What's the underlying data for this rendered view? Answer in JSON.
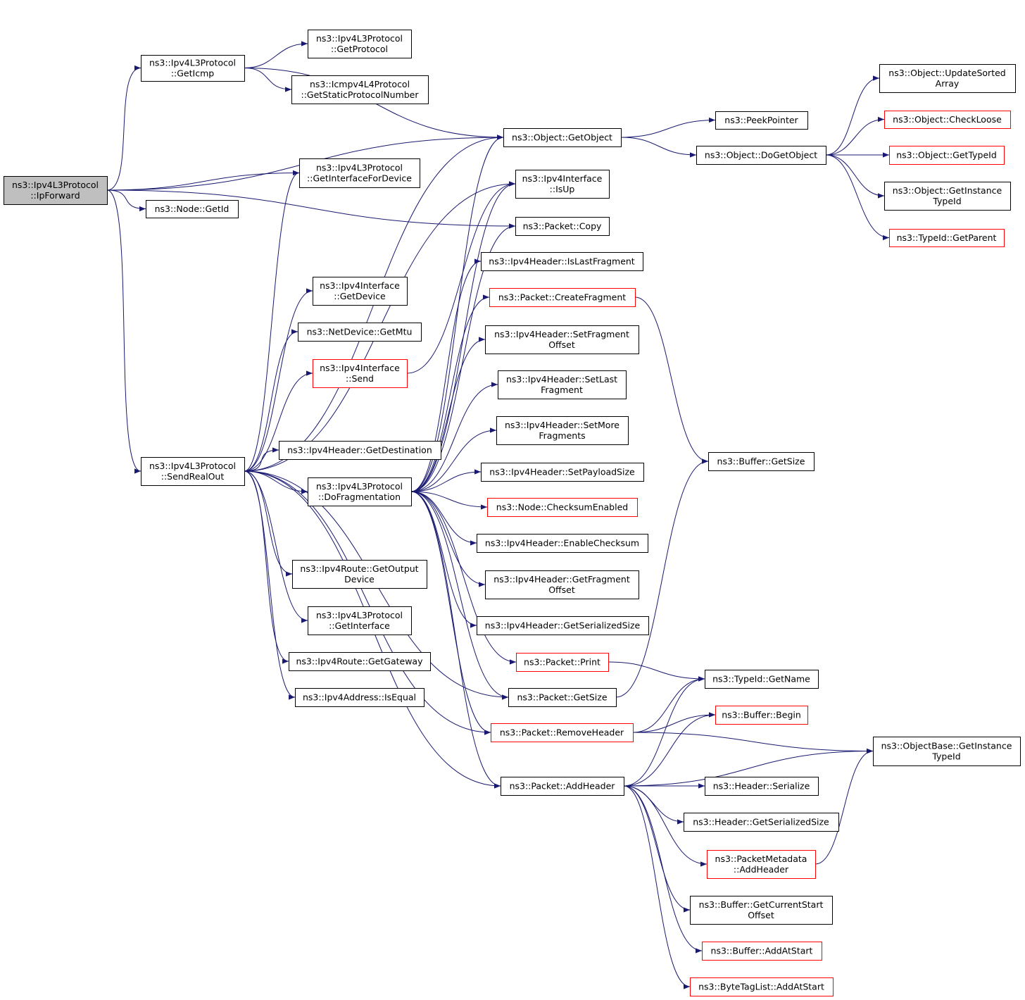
{
  "colors": {
    "edge": "#191970",
    "node_border": "#000000",
    "truncated_border": "#ff0000",
    "root_fill": "#bfbfbf",
    "node_fill": "#ffffff"
  },
  "nodes": {
    "ipforward": {
      "lines": [
        "ns3::Ipv4L3Protocol",
        "::IpForward"
      ],
      "style": "root"
    },
    "geticmp": {
      "lines": [
        "ns3::Ipv4L3Protocol",
        "::GetIcmp"
      ],
      "style": "normal"
    },
    "getprotocol": {
      "lines": [
        "ns3::Ipv4L3Protocol",
        "::GetProtocol"
      ],
      "style": "normal"
    },
    "getstaticproto": {
      "lines": [
        "ns3::Icmpv4L4Protocol",
        "::GetStaticProtocolNumber"
      ],
      "style": "normal"
    },
    "getobject": {
      "lines": [
        "ns3::Object::GetObject"
      ],
      "style": "normal"
    },
    "peekpointer": {
      "lines": [
        "ns3::PeekPointer"
      ],
      "style": "normal"
    },
    "dogetobject": {
      "lines": [
        "ns3::Object::DoGetObject"
      ],
      "style": "normal"
    },
    "updatesorted": {
      "lines": [
        "ns3::Object::UpdateSorted",
        "Array"
      ],
      "style": "normal"
    },
    "checkloose": {
      "lines": [
        "ns3::Object::CheckLoose"
      ],
      "style": "truncated"
    },
    "gettypeid": {
      "lines": [
        "ns3::Object::GetTypeId"
      ],
      "style": "truncated"
    },
    "getinstancetypeid_obj": {
      "lines": [
        "ns3::Object::GetInstance",
        "TypeId"
      ],
      "style": "normal"
    },
    "getparent": {
      "lines": [
        "ns3::TypeId::GetParent"
      ],
      "style": "truncated"
    },
    "getifacefordevice": {
      "lines": [
        "ns3::Ipv4L3Protocol",
        "::GetInterfaceForDevice"
      ],
      "style": "normal"
    },
    "nodegetid": {
      "lines": [
        "ns3::Node::GetId"
      ],
      "style": "normal"
    },
    "isup": {
      "lines": [
        "ns3::Ipv4Interface",
        "::IsUp"
      ],
      "style": "normal"
    },
    "packetcopy": {
      "lines": [
        "ns3::Packet::Copy"
      ],
      "style": "normal"
    },
    "islastfrag": {
      "lines": [
        "ns3::Ipv4Header::IsLastFragment"
      ],
      "style": "normal"
    },
    "createfrag": {
      "lines": [
        "ns3::Packet::CreateFragment"
      ],
      "style": "truncated"
    },
    "ifacegetdevice": {
      "lines": [
        "ns3::Ipv4Interface",
        "::GetDevice"
      ],
      "style": "normal"
    },
    "netdevgetmtu": {
      "lines": [
        "ns3::NetDevice::GetMtu"
      ],
      "style": "normal"
    },
    "ifacesend": {
      "lines": [
        "ns3::Ipv4Interface",
        "::Send"
      ],
      "style": "truncated"
    },
    "setfragoffset": {
      "lines": [
        "ns3::Ipv4Header::SetFragment",
        "Offset"
      ],
      "style": "normal"
    },
    "setlastfrag": {
      "lines": [
        "ns3::Ipv4Header::SetLast",
        "Fragment"
      ],
      "style": "normal"
    },
    "setmorefrags": {
      "lines": [
        "ns3::Ipv4Header::SetMore",
        "Fragments"
      ],
      "style": "normal"
    },
    "bufgetsize": {
      "lines": [
        "ns3::Buffer::GetSize"
      ],
      "style": "normal"
    },
    "getdestination": {
      "lines": [
        "ns3::Ipv4Header::GetDestination"
      ],
      "style": "normal"
    },
    "sendrealout": {
      "lines": [
        "ns3::Ipv4L3Protocol",
        "::SendRealOut"
      ],
      "style": "normal"
    },
    "dofrag": {
      "lines": [
        "ns3::Ipv4L3Protocol",
        "::DoFragmentation"
      ],
      "style": "normal"
    },
    "setpayloadsize": {
      "lines": [
        "ns3::Ipv4Header::SetPayloadSize"
      ],
      "style": "normal"
    },
    "checksumenabled": {
      "lines": [
        "ns3::Node::ChecksumEnabled"
      ],
      "style": "truncated"
    },
    "enablechecksum": {
      "lines": [
        "ns3::Ipv4Header::EnableChecksum"
      ],
      "style": "normal"
    },
    "getoutputdevice": {
      "lines": [
        "ns3::Ipv4Route::GetOutput",
        "Device"
      ],
      "style": "normal"
    },
    "getfragoffset": {
      "lines": [
        "ns3::Ipv4Header::GetFragment",
        "Offset"
      ],
      "style": "normal"
    },
    "l3getinterface": {
      "lines": [
        "ns3::Ipv4L3Protocol",
        "::GetInterface"
      ],
      "style": "normal"
    },
    "getserializedsize_hdr": {
      "lines": [
        "ns3::Ipv4Header::GetSerializedSize"
      ],
      "style": "normal"
    },
    "getgateway": {
      "lines": [
        "ns3::Ipv4Route::GetGateway"
      ],
      "style": "normal"
    },
    "packetprint": {
      "lines": [
        "ns3::Packet::Print"
      ],
      "style": "truncated"
    },
    "typeidgetname": {
      "lines": [
        "ns3::TypeId::GetName"
      ],
      "style": "normal"
    },
    "isequal": {
      "lines": [
        "ns3::Ipv4Address::IsEqual"
      ],
      "style": "normal"
    },
    "packetgetsize": {
      "lines": [
        "ns3::Packet::GetSize"
      ],
      "style": "normal"
    },
    "bufbegin": {
      "lines": [
        "ns3::Buffer::Begin"
      ],
      "style": "truncated"
    },
    "removeheader": {
      "lines": [
        "ns3::Packet::RemoveHeader"
      ],
      "style": "truncated"
    },
    "objbasegetinstance": {
      "lines": [
        "ns3::ObjectBase::GetInstance",
        "TypeId"
      ],
      "style": "normal"
    },
    "addheader": {
      "lines": [
        "ns3::Packet::AddHeader"
      ],
      "style": "normal"
    },
    "headerserialize": {
      "lines": [
        "ns3::Header::Serialize"
      ],
      "style": "normal"
    },
    "headergetserialized": {
      "lines": [
        "ns3::Header::GetSerializedSize"
      ],
      "style": "normal"
    },
    "pmaddheader": {
      "lines": [
        "ns3::PacketMetadata",
        "::AddHeader"
      ],
      "style": "truncated"
    },
    "bufgetcurrentstart": {
      "lines": [
        "ns3::Buffer::GetCurrentStart",
        "Offset"
      ],
      "style": "normal"
    },
    "bufaddatstart": {
      "lines": [
        "ns3::Buffer::AddAtStart"
      ],
      "style": "truncated"
    },
    "bytetagaddatstart": {
      "lines": [
        "ns3::ByteTagList::AddAtStart"
      ],
      "style": "truncated"
    }
  },
  "edges": [
    [
      "ipforward",
      "geticmp"
    ],
    [
      "ipforward",
      "getobject"
    ],
    [
      "ipforward",
      "getifacefordevice"
    ],
    [
      "ipforward",
      "nodegetid"
    ],
    [
      "ipforward",
      "packetcopy"
    ],
    [
      "ipforward",
      "sendrealout"
    ],
    [
      "geticmp",
      "getprotocol"
    ],
    [
      "geticmp",
      "getstaticproto"
    ],
    [
      "geticmp",
      "getobject"
    ],
    [
      "getobject",
      "peekpointer"
    ],
    [
      "getobject",
      "dogetobject"
    ],
    [
      "dogetobject",
      "updatesorted"
    ],
    [
      "dogetobject",
      "checkloose"
    ],
    [
      "dogetobject",
      "gettypeid"
    ],
    [
      "dogetobject",
      "getinstancetypeid_obj"
    ],
    [
      "dogetobject",
      "getparent"
    ],
    [
      "sendrealout",
      "getifacefordevice"
    ],
    [
      "sendrealout",
      "getobject"
    ],
    [
      "sendrealout",
      "ifacegetdevice"
    ],
    [
      "sendrealout",
      "netdevgetmtu"
    ],
    [
      "sendrealout",
      "ifacesend"
    ],
    [
      "sendrealout",
      "isup"
    ],
    [
      "sendrealout",
      "getdestination"
    ],
    [
      "sendrealout",
      "dofrag"
    ],
    [
      "sendrealout",
      "getoutputdevice"
    ],
    [
      "sendrealout",
      "l3getinterface"
    ],
    [
      "sendrealout",
      "getgateway"
    ],
    [
      "sendrealout",
      "isequal"
    ],
    [
      "sendrealout",
      "packetgetsize"
    ],
    [
      "sendrealout",
      "removeheader"
    ],
    [
      "sendrealout",
      "addheader"
    ],
    [
      "ifacesend",
      "isup"
    ],
    [
      "dofrag",
      "getobject"
    ],
    [
      "dofrag",
      "isup"
    ],
    [
      "dofrag",
      "packetcopy"
    ],
    [
      "dofrag",
      "islastfrag"
    ],
    [
      "dofrag",
      "createfrag"
    ],
    [
      "dofrag",
      "setfragoffset"
    ],
    [
      "dofrag",
      "setlastfrag"
    ],
    [
      "dofrag",
      "setmorefrags"
    ],
    [
      "dofrag",
      "setpayloadsize"
    ],
    [
      "dofrag",
      "checksumenabled"
    ],
    [
      "dofrag",
      "enablechecksum"
    ],
    [
      "dofrag",
      "getfragoffset"
    ],
    [
      "dofrag",
      "getserializedsize_hdr"
    ],
    [
      "dofrag",
      "packetprint"
    ],
    [
      "dofrag",
      "packetgetsize"
    ],
    [
      "dofrag",
      "removeheader"
    ],
    [
      "dofrag",
      "addheader"
    ],
    [
      "createfrag",
      "bufgetsize"
    ],
    [
      "packetgetsize",
      "bufgetsize"
    ],
    [
      "packetprint",
      "typeidgetname"
    ],
    [
      "removeheader",
      "typeidgetname"
    ],
    [
      "removeheader",
      "bufbegin"
    ],
    [
      "removeheader",
      "objbasegetinstance"
    ],
    [
      "addheader",
      "typeidgetname"
    ],
    [
      "addheader",
      "bufbegin"
    ],
    [
      "addheader",
      "objbasegetinstance"
    ],
    [
      "addheader",
      "headerserialize"
    ],
    [
      "addheader",
      "headergetserialized"
    ],
    [
      "addheader",
      "pmaddheader"
    ],
    [
      "addheader",
      "bufgetcurrentstart"
    ],
    [
      "addheader",
      "bufaddatstart"
    ],
    [
      "addheader",
      "bytetagaddatstart"
    ],
    [
      "pmaddheader",
      "objbasegetinstance"
    ]
  ]
}
